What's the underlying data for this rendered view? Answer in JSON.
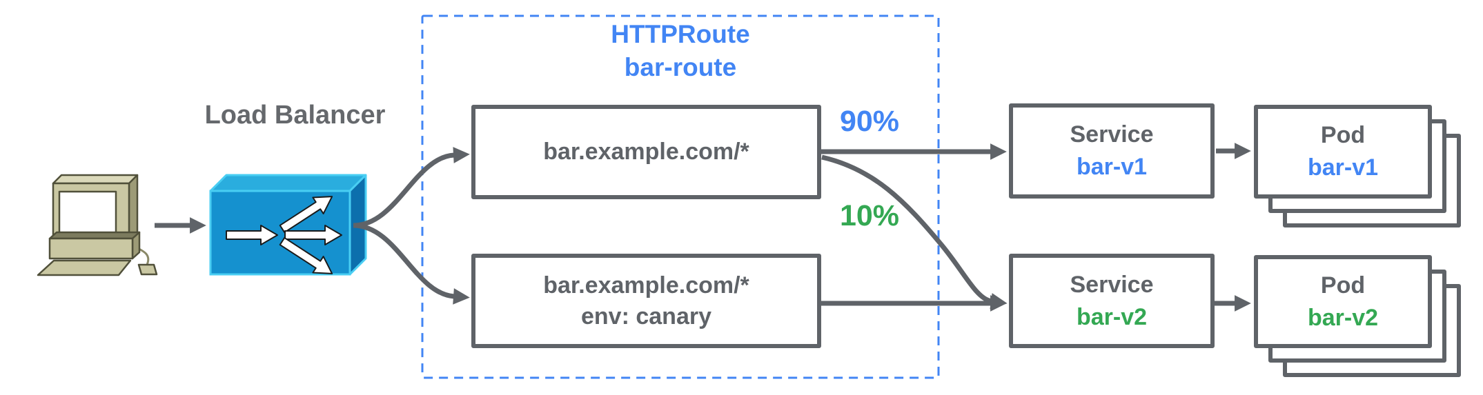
{
  "diagram": {
    "client": {
      "icon": "desktop-computer"
    },
    "load_balancer": {
      "label": "Load Balancer",
      "icon": "traffic-splitter-box"
    },
    "httproute": {
      "kind": "HTTPRoute",
      "name": "bar-route",
      "rules": [
        {
          "match": "bar.example.com/*"
        },
        {
          "match": "bar.example.com/*",
          "header": "env: canary"
        }
      ]
    },
    "weights": {
      "primary": {
        "label": "90%",
        "color": "#4285f4"
      },
      "canary": {
        "label": "10%",
        "color": "#34a853"
      }
    },
    "services": [
      {
        "kind": "Service",
        "name": "bar-v1",
        "color": "#4285f4"
      },
      {
        "kind": "Service",
        "name": "bar-v2",
        "color": "#34a853"
      }
    ],
    "pods": [
      {
        "kind": "Pod",
        "name": "bar-v1",
        "color": "#4285f4"
      },
      {
        "kind": "Pod",
        "name": "bar-v2",
        "color": "#34a853"
      }
    ],
    "colors": {
      "accent_blue": "#4285f4",
      "accent_green": "#34a853",
      "line_gray": "#5f6368",
      "lb_blue": "#1591cf"
    }
  }
}
